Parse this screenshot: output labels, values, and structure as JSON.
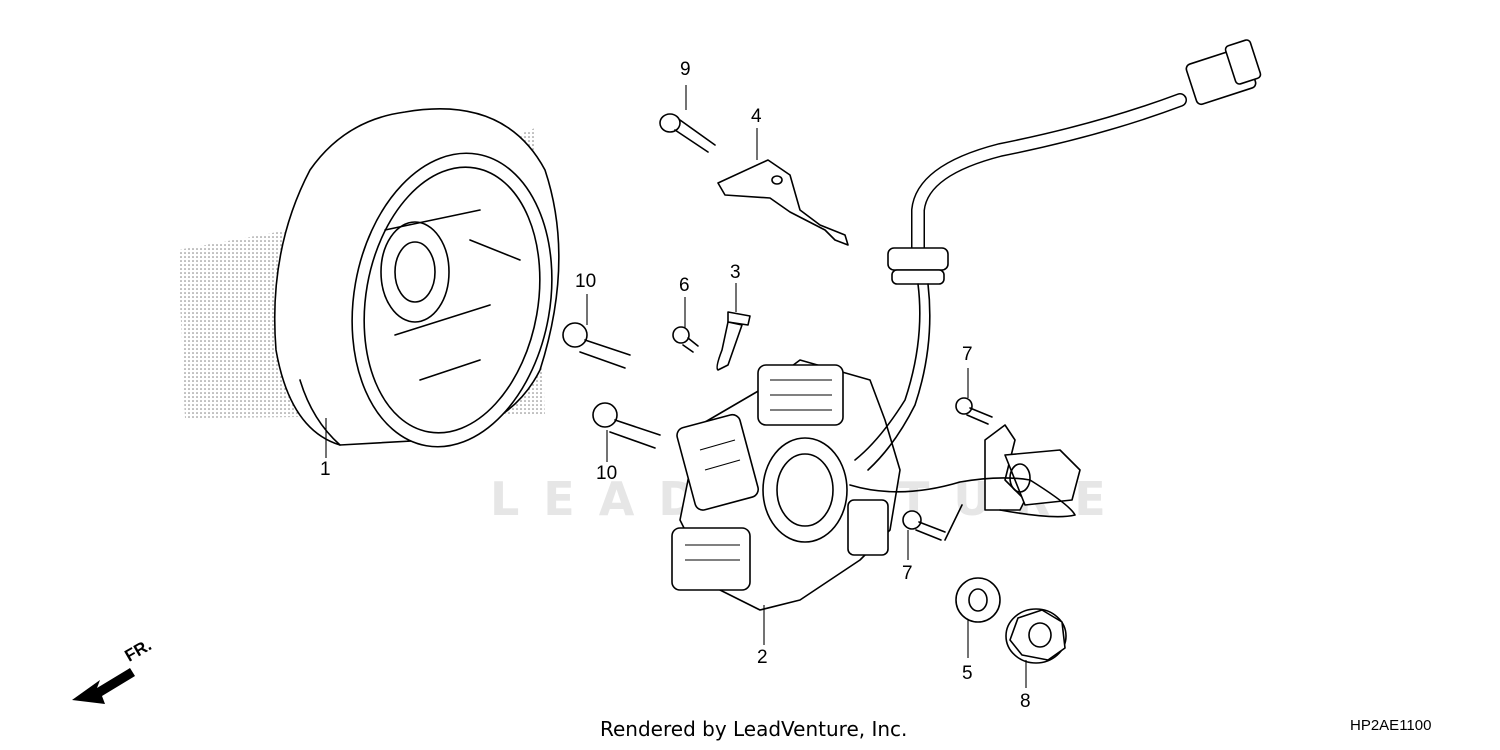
{
  "watermark": "LEADVENTURE",
  "footer": {
    "rendered_by": "Rendered by LeadVenture, Inc.",
    "diagram_code": "HP2AE1100"
  },
  "direction": {
    "label": "FR."
  },
  "callouts": {
    "c1": "1",
    "c2": "2",
    "c3": "3",
    "c4": "4",
    "c5": "5",
    "c6": "6",
    "c7a": "7",
    "c7b": "7",
    "c8": "8",
    "c9": "9",
    "c10a": "10",
    "c10b": "10"
  }
}
